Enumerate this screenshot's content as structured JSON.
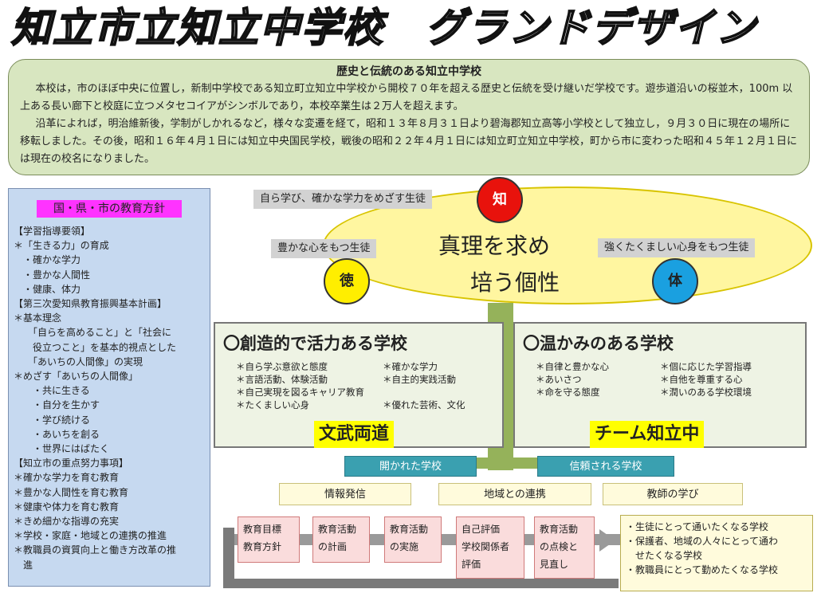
{
  "header": {
    "title": "知立市立知立中学校　グランドデザイン"
  },
  "history": {
    "title": "歴史と伝統のある知立中学校",
    "para1": "本校は，市のほぼ中央に位置し，新制中学校である知立町立知立中学校から開校７０年を超える歴史と伝統を受け継いだ学校です。遊歩道沿いの桜並木，100m 以上ある長い廊下と校庭に立つメタセコイアがシンボルであり，本校卒業生は２万人を超えます。",
    "para2": "沿革によれば，明治維新後，学制がしかれるなど，様々な変遷を経て，昭和１３年８月３１日より碧海郡知立高等小学校として独立し，９月３０日に現在の場所に移転しました。その後，昭和１６年４月１日には知立中央国民学校，戦後の昭和２２年４月１日には知立町立知立中学校，町から市に変わった昭和４５年１２月１日には現在の校名になりました。"
  },
  "policy": {
    "heading": "国・県・市の教育方針",
    "lines": [
      "【学習指導要領】",
      "＊「生きる力」の育成",
      "　・確かな学力",
      "　・豊かな人間性",
      "　・健康、体力",
      "【第三次愛知県教育振興基本計画】",
      "＊基本理念",
      "　　「自らを高めること」と「社会に",
      "　　役立つこと」を基本的視点とした",
      "　　「あいちの人間像」の実現",
      "＊めざす「あいちの人間像」",
      "　　・共に生きる",
      "　　・自分を生かす",
      "　　・学び続ける",
      "　　・あいちを創る",
      "　　・世界にはばたく",
      "【知立市の重点努力事項】",
      "＊確かな学力を育む教育",
      "＊豊かな人間性を育む教育",
      "＊健康や体力を育む教育",
      "＊きめ細かな指導の充実",
      "＊学校・家庭・地域との連携の推進",
      "＊教職員の資質向上と働き方改革の推",
      "　進"
    ]
  },
  "vision": {
    "chi": "知",
    "toku": "徳",
    "tai": "体",
    "chi_label": "自ら学び、確かな学力をめざす生徒",
    "toku_label": "豊かな心をもつ生徒",
    "tai_label": "強くたくましい心身をもつ生徒",
    "line1": "真理を求め",
    "line2": "培う個性"
  },
  "creative": {
    "title": "〇創造的で活力ある学校",
    "col1": [
      "＊自ら学ぶ意欲と態度",
      "＊言語活動、体験活動",
      "＊自己実現を図るキャリア教育",
      "＊たくましい心身"
    ],
    "col2": [
      "＊確かな学力",
      "＊自主的実践活動",
      "",
      "＊優れた芸術、文化"
    ],
    "motto": "文武両道"
  },
  "warm": {
    "title": "〇温かみのある学校",
    "col1": [
      "＊自律と豊かな心",
      "＊あいさつ",
      "＊命を守る態度"
    ],
    "col2": [
      "＊個に応じた学習指導",
      "＊自他を尊重する心",
      "＊潤いのある学校環境"
    ],
    "motto": "チーム知立中"
  },
  "tags": {
    "open": "開かれた学校",
    "trust": "信頼される学校",
    "info": "情報発信",
    "community": "地域との連携",
    "teacher": "教師の学び"
  },
  "cycle": [
    [
      "教育目標",
      "教育方針"
    ],
    [
      "教育活動",
      "の計画"
    ],
    [
      "教育活動",
      "の実施"
    ],
    [
      "自己評価",
      "学校関係者",
      "評価"
    ],
    [
      "教育活動",
      "の点検と",
      "見直し"
    ]
  ],
  "results": [
    "・生徒にとって通いたくなる学校",
    "・保護者、地域の人々にとって通わ",
    "　せたくなる学校",
    "・教職員にとって勤めたくなる学校"
  ],
  "colors": {
    "history_bg": "#d8e6c0",
    "policy_bg": "#c6d9f0",
    "policy_heading": "#ff33ff",
    "ellipse": "#fff6a0",
    "chi": "#e8120c",
    "toku": "#ffee00",
    "tai": "#1aa0e0",
    "motto_bg": "#ffff00",
    "teal": "#3aa0b0",
    "stem": "#95b25a",
    "pink": "#fadcdc"
  }
}
